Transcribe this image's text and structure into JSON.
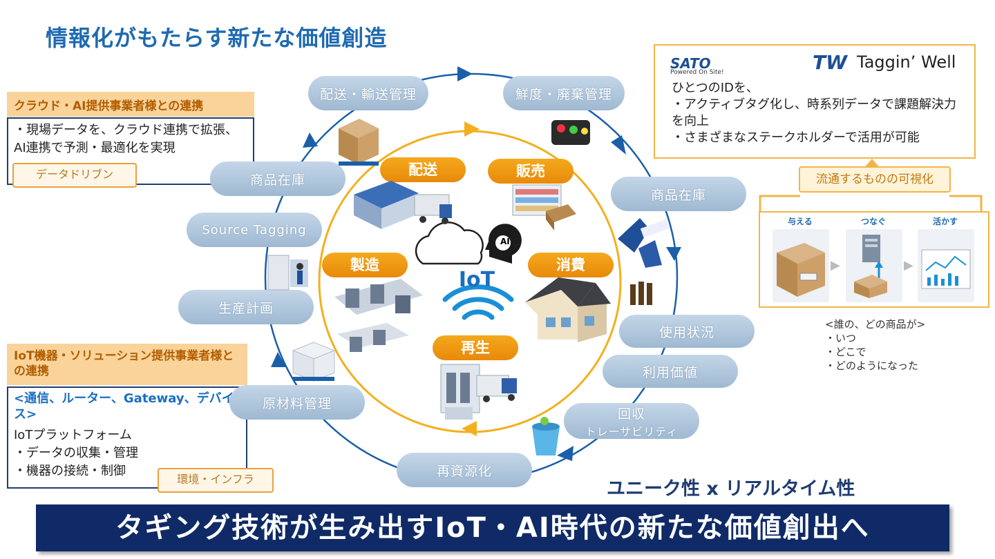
{
  "title": "情報化がもたらす新たな価値創造",
  "cloud_panel": {
    "header": "クラウド・AI提供事業者様との連携",
    "text": "・現場データを、クラウド連携で拡張、AI連携で予測・最適化を実現",
    "tag": "データドリブン"
  },
  "iot_panel": {
    "header": "IoT機器・ソリューション提供事業者様との連携",
    "sub": "<通信、ルーター、Gateway、デバイス>",
    "line1": "IoTプラットフォーム",
    "line2": "・データの収集・管理",
    "line3": "・機器の接続・制御",
    "tag": "環境・インフラ"
  },
  "outer_stages": {
    "haiso_yuso": "配送・輸送管理",
    "sendo": "鮮度・廃棄管理",
    "shohin_zaiko_right": "商品在庫",
    "shiyo_jokyo": "使用状況",
    "riyo_kachi": "利用価値",
    "kaishu": "回収",
    "traceability": "トレーサビリティ",
    "saishigenka": "再資源化",
    "genzairyo": "原材料管理",
    "seisan_keikaku": "生産計画",
    "source_tagging": "Source Tagging",
    "shohin_zaiko_left": "商品在庫"
  },
  "inner_stages": {
    "haiso": "配送",
    "hanbai": "販売",
    "seizo": "製造",
    "shohi": "消費",
    "saisei": "再生"
  },
  "center": {
    "iot": "IoT",
    "ai": "AI"
  },
  "right_box": {
    "sato_logo": "SATO",
    "sato_tagline": "Powered On Site!",
    "tw_mark": "TW",
    "tw_logo": "Taggin’ Well",
    "line1": "ひとつのIDを、",
    "line2": "・アクティブタグ化し、時系列データで課題解決力を向上",
    "line3": "・さまざまなステークホルダーで活用が可能"
  },
  "visualize_label": "流通するものの可視化",
  "flow": {
    "step1": "与える",
    "step2": "つなぐ",
    "step3": "活かす"
  },
  "who": {
    "line1": "<誰の、どの商品が>",
    "line2": "・いつ",
    "line3": "・どこで",
    "line4": "・どのようになった"
  },
  "unique_text": "ユニーク性 x リアルタイム性",
  "banner_text": "タギング技術が生み出すIoT・AI時代の新たな価値創出へ",
  "colors": {
    "title_blue": "#1f6ab0",
    "navy": "#0f2a66",
    "orange": "#f39c12",
    "pill_blue": "#a9c2d9",
    "ring_blue": "#1a5fa8",
    "ring_orange": "#f2b01e"
  }
}
